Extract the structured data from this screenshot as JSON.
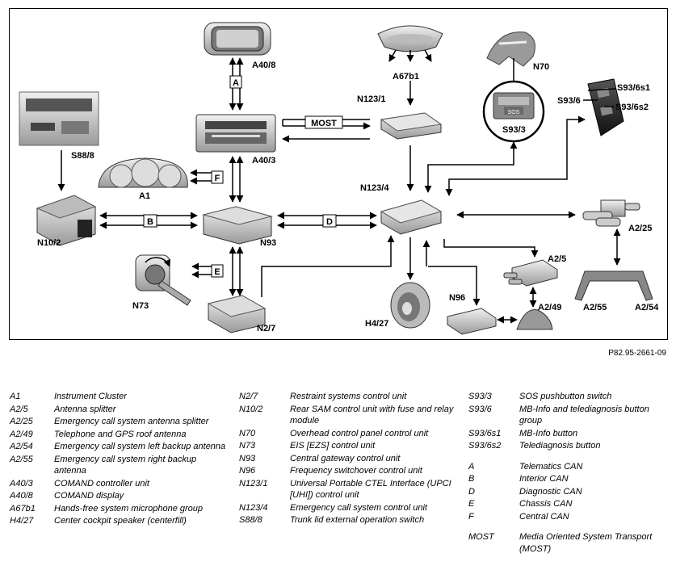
{
  "figure_ref": "P82.95-2661-09",
  "components": {
    "A40_8": "A40/8",
    "A40_3": "A40/3",
    "A67b1": "A67b1",
    "N123_1": "N123/1",
    "N70": "N70",
    "S93_3": "S93/3",
    "S93_6s1": "S93/6s1",
    "S93_6": "S93/6",
    "S93_6s2": "S93/6s2",
    "S88_8": "S88/8",
    "A1": "A1",
    "N123_4": "N123/4",
    "N10_2": "N10/2",
    "N93": "N93",
    "A2_25": "A2/25",
    "A2_5": "A2/5",
    "N73": "N73",
    "N2_7": "N2/7",
    "H4_27": "H4/27",
    "N96": "N96",
    "A2_49": "A2/49",
    "A2_55": "A2/55",
    "A2_54": "A2/54"
  },
  "buses": {
    "A": "A",
    "MOST": "MOST",
    "F": "F",
    "B": "B",
    "D": "D",
    "E": "E",
    "sos_text": "SOS"
  },
  "legend": {
    "col1": [
      {
        "code": "A1",
        "desc": "Instrument Cluster"
      },
      {
        "code": "A2/5",
        "desc": "Antenna splitter"
      },
      {
        "code": "A2/25",
        "desc": "Emergency call system antenna splitter"
      },
      {
        "code": "A2/49",
        "desc": "Telephone and GPS roof antenna"
      },
      {
        "code": "A2/54",
        "desc": "Emergency call system left backup antenna"
      },
      {
        "code": "A2/55",
        "desc": "Emergency call system right backup antenna"
      },
      {
        "code": "A40/3",
        "desc": "COMAND controller unit"
      },
      {
        "code": "A40/8",
        "desc": "COMAND display"
      },
      {
        "code": "A67b1",
        "desc": "Hands-free system microphone group"
      },
      {
        "code": "H4/27",
        "desc": "Center cockpit speaker (centerfill)"
      }
    ],
    "col2": [
      {
        "code": "N2/7",
        "desc": "Restraint systems control unit"
      },
      {
        "code": "N10/2",
        "desc": "Rear SAM control unit with fuse and relay module"
      },
      {
        "code": "N70",
        "desc": "Overhead control panel control unit"
      },
      {
        "code": "N73",
        "desc": "EIS [EZS] control unit"
      },
      {
        "code": "N93",
        "desc": "Central gateway control unit"
      },
      {
        "code": "N96",
        "desc": "Frequency switchover control unit"
      },
      {
        "code": "N123/1",
        "desc": "Universal Portable CTEL Interface (UPCI [UHI]) control unit"
      },
      {
        "code": "N123/4",
        "desc": "Emergency call system control unit"
      },
      {
        "code": "S88/8",
        "desc": "Trunk lid external operation switch"
      }
    ],
    "col3a": [
      {
        "code": "S93/3",
        "desc": "SOS pushbutton switch"
      },
      {
        "code": "S93/6",
        "desc": "MB-Info and telediagnosis button group"
      },
      {
        "code": "S93/6s1",
        "desc": "MB-Info button"
      },
      {
        "code": "S93/6s2",
        "desc": "Telediagnosis button"
      }
    ],
    "col3b": [
      {
        "code": "A",
        "desc": "Telematics CAN"
      },
      {
        "code": "B",
        "desc": "Interior CAN"
      },
      {
        "code": "D",
        "desc": "Diagnostic CAN"
      },
      {
        "code": "E",
        "desc": "Chassis CAN"
      },
      {
        "code": "F",
        "desc": "Central CAN"
      }
    ],
    "col3c": [
      {
        "code": "MOST",
        "desc": "Media Oriented System Transport (MOST)"
      }
    ]
  }
}
